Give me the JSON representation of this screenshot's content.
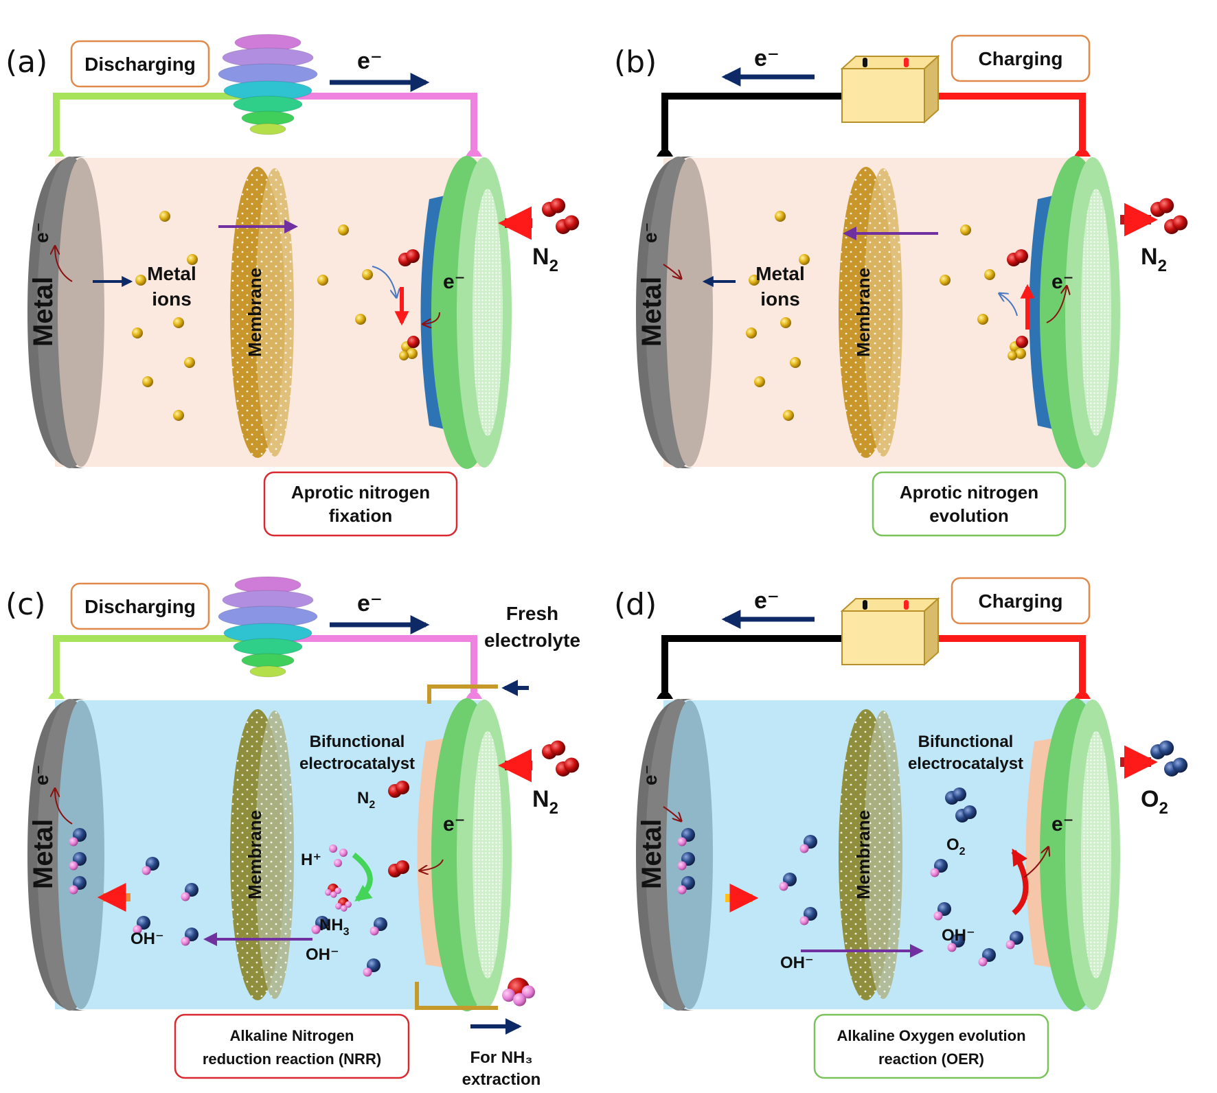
{
  "figure": {
    "panels": [
      {
        "id": "a",
        "tag": "(a)",
        "mode": "discharging",
        "mode_label": "Discharging",
        "electrolyte": "aprotic",
        "electron_label": "e⁻",
        "electron_direction": "right",
        "anode_label": "Metal",
        "anode_electron_label": "e⁻",
        "membrane_label": "Membrane",
        "ion_label_line1": "Metal",
        "ion_label_line2": "ions",
        "ion_flow_direction": "right",
        "cathode_electron_label": "e⁻",
        "gas_label": "N",
        "gas_sub": "2",
        "gas_direction": "in",
        "gas_color": "#c0171a",
        "reaction_line1": "Aprotic nitrogen",
        "reaction_line2": "fixation",
        "reaction_border": "#d9282f"
      },
      {
        "id": "b",
        "tag": "(b)",
        "mode": "charging",
        "mode_label": "Charging",
        "electrolyte": "aprotic",
        "electron_label": "e⁻",
        "electron_direction": "left",
        "anode_label": "Metal",
        "anode_electron_label": "e⁻",
        "membrane_label": "Membrane",
        "ion_label_line1": "Metal",
        "ion_label_line2": "ions",
        "ion_flow_direction": "left",
        "cathode_electron_label": "e⁻",
        "gas_label": "N",
        "gas_sub": "2",
        "gas_direction": "out",
        "gas_color": "#c0171a",
        "reaction_line1": "Aprotic nitrogen",
        "reaction_line2": "evolution",
        "reaction_border": "#7ac25a"
      },
      {
        "id": "c",
        "tag": "(c)",
        "mode": "discharging",
        "mode_label": "Discharging",
        "electrolyte": "alkaline",
        "electron_label": "e⁻",
        "electron_direction": "right",
        "anode_label": "Metal",
        "anode_electron_label": "e⁻",
        "membrane_label": "Membrane",
        "catalyst_line1": "Bifunctional",
        "catalyst_line2": "electrocatalyst",
        "inner_gas_label": "N",
        "inner_gas_sub": "2",
        "proton_label": "H⁺",
        "product_label": "NH",
        "product_sub": "3",
        "hydroxide_label": "OH⁻",
        "hydroxide_label_2": "OH⁻",
        "ion_flow_direction": "left",
        "cathode_electron_label": "e⁻",
        "gas_label": "N",
        "gas_sub": "2",
        "gas_direction": "in",
        "gas_color": "#c0171a",
        "fresh_line1": "Fresh",
        "fresh_line2": "electrolyte",
        "extract_line1": "For NH₃",
        "extract_line2": "extraction",
        "reaction_line1": "Alkaline Nitrogen",
        "reaction_line2": "reduction reaction (NRR)",
        "reaction_border": "#d9282f"
      },
      {
        "id": "d",
        "tag": "(d)",
        "mode": "charging",
        "mode_label": "Charging",
        "electrolyte": "alkaline",
        "electron_label": "e⁻",
        "electron_direction": "left",
        "anode_label": "Metal",
        "anode_electron_label": "e⁻",
        "membrane_label": "Membrane",
        "catalyst_line1": "Bifunctional",
        "catalyst_line2": "electrocatalyst",
        "inner_gas_label": "O",
        "inner_gas_sub": "2",
        "hydroxide_label": "OH⁻",
        "hydroxide_label_2": "OH⁻",
        "ion_flow_direction": "right",
        "cathode_electron_label": "e⁻",
        "gas_label": "O",
        "gas_sub": "2",
        "gas_direction": "out",
        "gas_color": "#2a3f7a",
        "reaction_line1": "Alkaline Oxygen evolution",
        "reaction_line2": "reaction (OER)",
        "reaction_border": "#7ac25a"
      }
    ],
    "colors": {
      "aprotic_electrolyte": "#fbe9df",
      "alkaline_electrolyte": "#bfe7f7",
      "metal_anode": "#7a7a7a",
      "cathode": "#6fcf6f",
      "cathode_face": "#a8e3a4",
      "aprotic_catalyst": "#2e74b5",
      "alkaline_catalyst": "#f6c6a8",
      "aprotic_membrane": "#c8962a",
      "alkaline_membrane": "#8e8e3c",
      "electron_arrow": "#0e2a66",
      "ion_arrow": "#7030a0",
      "mode_box_border": "#e0894a",
      "discharge_wire_left": "#a6e35a",
      "discharge_wire_right": "#ee82de",
      "charge_wire_left": "#000000",
      "charge_wire_right": "#ff1a1a",
      "metal_ion": "#e2b318"
    }
  }
}
